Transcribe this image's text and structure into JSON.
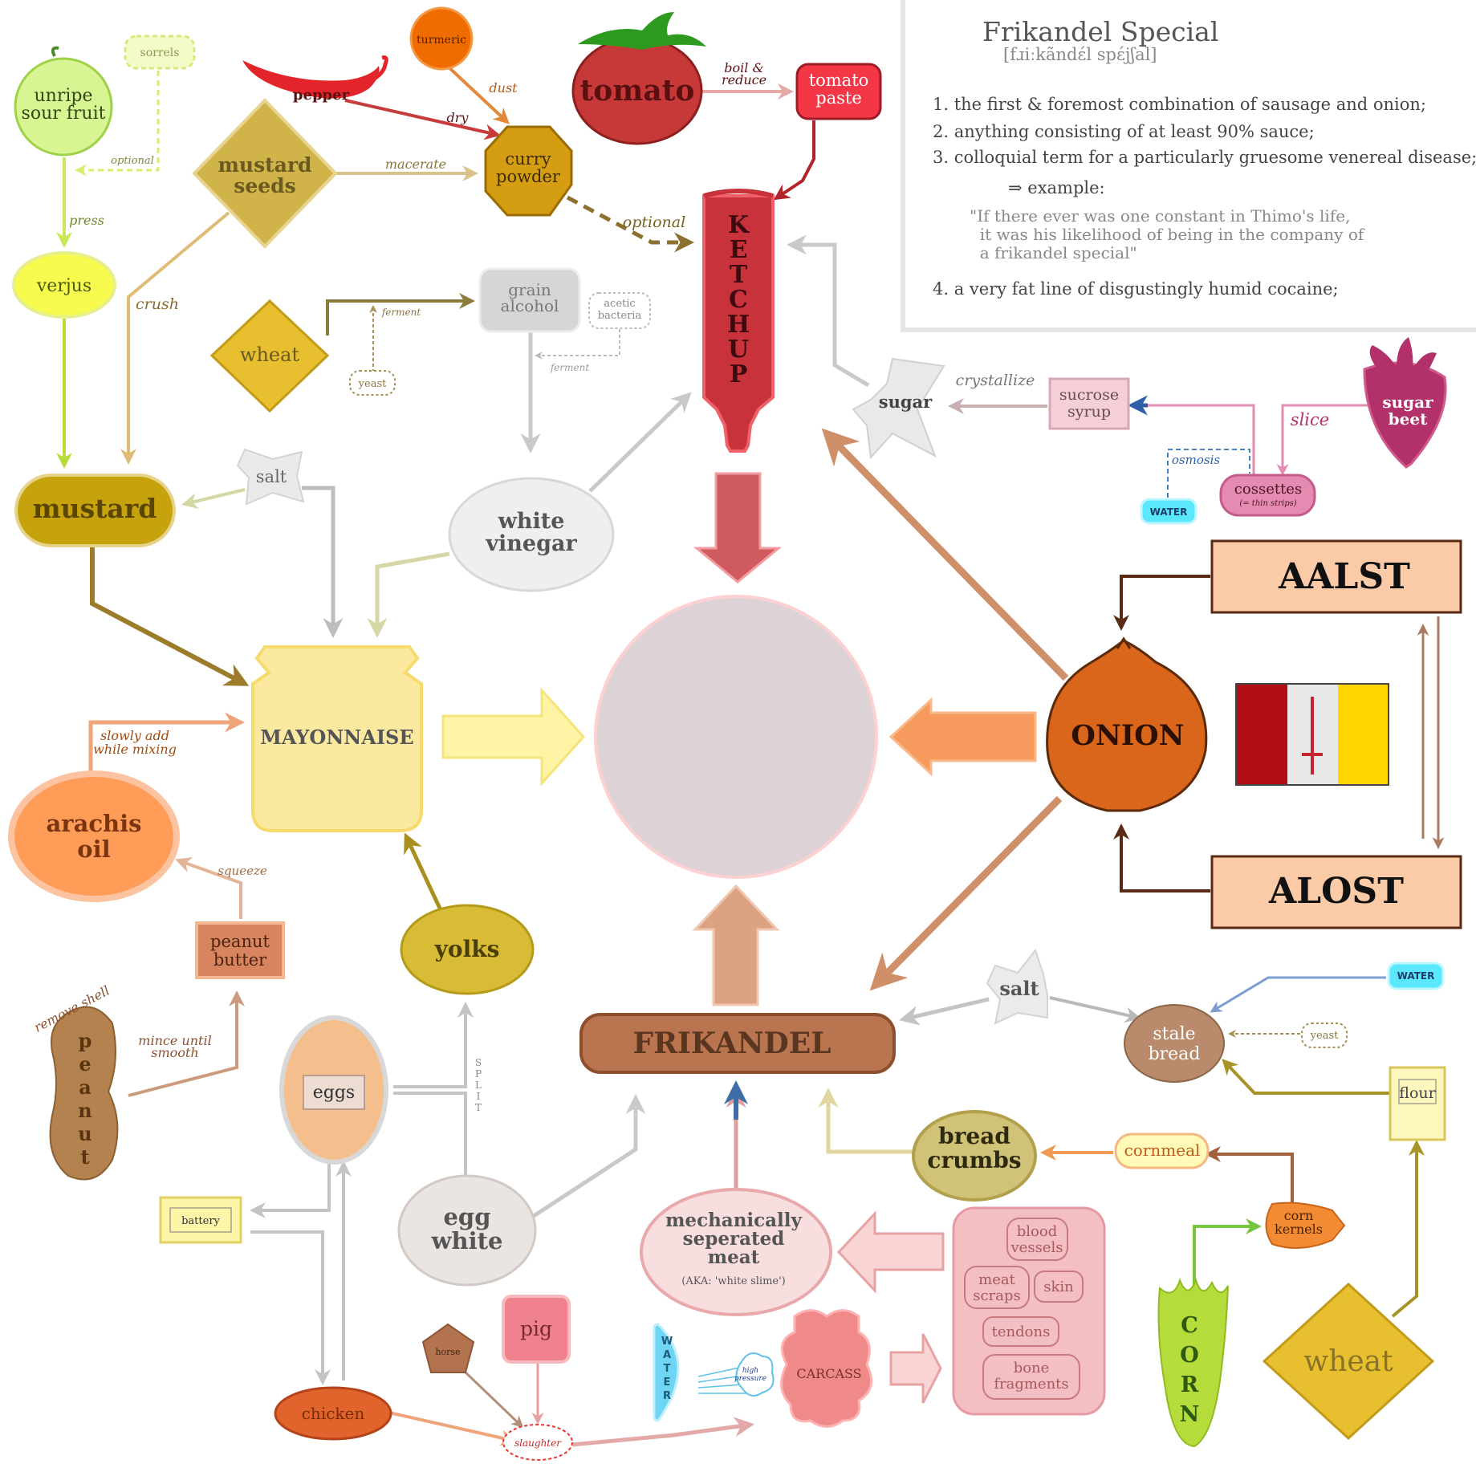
{
  "definition": {
    "title": "Frikandel Special",
    "pronunciation": "[fɹiːkãndɛ́l spɛ́jʃal]",
    "items": [
      "1. the first & foremost combination of sausage and onion;",
      "2. anything consisting of at least 90% sauce;",
      "3. colloquial term for a particularly gruesome venereal disease;",
      "4. a very fat line of disgustingly humid cocaine;"
    ],
    "example_label": "⇒ example:",
    "example_quote": "\"If there ever was one constant in Thimo's life,\n  it was his likelihood of being in the company of\n  a frikandel special\""
  },
  "nodes": {
    "unripe_sour_fruit": "unripe sour fruit",
    "sorrels": "sorrels",
    "pepper": "pepper",
    "turmeric": "turmeric",
    "tomato": "tomato",
    "tomato_paste": "tomato paste",
    "curry_powder": "curry powder",
    "mustard_seeds": "mustard seeds",
    "verjus": "verjus",
    "wheat_top": "wheat",
    "yeast_top": "yeast",
    "grain_alcohol": "grain alcohol",
    "acetic_bacteria": "acetic bacteria",
    "ketchup": "KETCHUP",
    "sugar": "sugar",
    "sucrose_syrup": "sucrose syrup",
    "sugar_beet": "sugar beet",
    "cossettes": "cossettes",
    "cossettes_note": "(= thin strips)",
    "water_top": "WATER",
    "mustard": "mustard",
    "salt_top": "salt",
    "white_vinegar": "white vinegar",
    "mayonnaise": "MAYONNAISE",
    "arachis_oil": "arachis oil",
    "peanut_butter": "peanut butter",
    "peanut": "peanut",
    "yolks": "yolks",
    "eggs": "eggs",
    "egg_white": "egg white",
    "battery": "battery",
    "chicken": "chicken",
    "horse": "horse",
    "pig": "pig",
    "slaughter": "slaughter",
    "water_left": "WATER",
    "carcass": "CARCASS",
    "mechanically_meat": "mechanically seperated meat",
    "mechanically_aka": "(AKA: 'white slime')",
    "blood_vessels": "blood vessels",
    "meat_scraps": "meat scraps",
    "skin": "skin",
    "tendons": "tendons",
    "bone_fragments": "bone fragments",
    "frikandel": "FRIKANDEL",
    "salt_bottom": "salt",
    "stale_bread": "stale bread",
    "water_right": "WATER",
    "yeast_bottom": "yeast",
    "flour": "flour",
    "bread_crumbs": "bread crumbs",
    "cornmeal": "cornmeal",
    "corn_kernels": "corn kernels",
    "corn": "CORN",
    "wheat_bottom": "wheat",
    "onion": "ONION",
    "aalst": "AALST",
    "alost": "ALOST"
  },
  "edges": {
    "press": "press",
    "optional_sorrels": "optional",
    "crush": "crush",
    "macerate": "macerate",
    "dry": "dry",
    "dust": "dust",
    "boil_reduce": "boil & reduce",
    "optional_curry": "optional",
    "ferment_wheat": "ferment",
    "ferment_alcohol": "ferment",
    "crystallize": "crystallize",
    "slice": "slice",
    "osmosis": "osmosis",
    "slowly_add": "slowly add while mixing",
    "squeeze": "squeeze",
    "mince": "mince until smooth",
    "remove_shell": "remove shell",
    "split": "SPLIT",
    "high_pressure": "high pressure"
  },
  "colors": {
    "ketchup": "#c8323a",
    "mayonnaise": "#fbe9a0",
    "onion": "#d9661a",
    "frikandel": "#b9754f",
    "center": "#ddd3d6"
  },
  "flag_colors": [
    "#b00e14",
    "#e8e8e8",
    "#ffd400"
  ]
}
